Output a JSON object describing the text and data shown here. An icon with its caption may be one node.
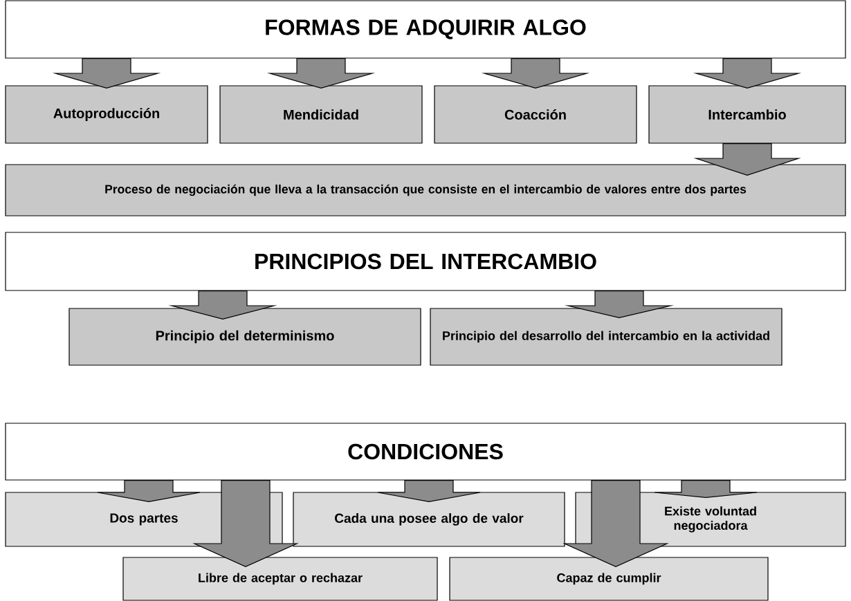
{
  "diagram": {
    "nodes": [
      {
        "text": [
          "FORMAS DE ADQUIRIR ALGO"
        ]
      },
      {
        "text": [
          "Autoproducción"
        ]
      },
      {
        "text": [
          "Mendicidad"
        ]
      },
      {
        "text": [
          "Coacción"
        ]
      },
      {
        "text": [
          "Intercambio"
        ]
      },
      {
        "text": [
          "Proceso de negociación que lleva a la transacción que consiste en el intercambio de valores entre dos partes"
        ]
      },
      {
        "text": [
          "PRINCIPIOS DEL INTERCAMBIO"
        ]
      },
      {
        "text": [
          "Principio del determinismo"
        ]
      },
      {
        "text": [
          "Principio del desarrollo del intercambio en la actividad"
        ]
      },
      {
        "text": [
          "CONDICIONES"
        ]
      },
      {
        "text": [
          "Dos partes"
        ]
      },
      {
        "text": [
          "Cada una posee algo de valor"
        ]
      },
      {
        "text": [
          "Existe voluntad negociadora"
        ]
      },
      {
        "text": [
          "Libre de aceptar o rechazar"
        ]
      },
      {
        "text": [
          "Capaz de cumplir"
        ]
      }
    ],
    "edges": [
      {
        "from": 0,
        "to": 1,
        "arrow": "to"
      },
      {
        "from": 0,
        "to": 2,
        "arrow": "to"
      },
      {
        "from": 0,
        "to": 3,
        "arrow": "to"
      },
      {
        "from": 0,
        "to": 4,
        "arrow": "to"
      },
      {
        "from": 4,
        "to": 5,
        "arrow": "to"
      },
      {
        "from": 6,
        "to": 7,
        "arrow": "to"
      },
      {
        "from": 6,
        "to": 8,
        "arrow": "to"
      },
      {
        "from": 9,
        "to": 10,
        "arrow": "to"
      },
      {
        "from": 9,
        "to": 11,
        "arrow": "to"
      },
      {
        "from": 9,
        "to": 12,
        "arrow": "to"
      },
      {
        "from": 9,
        "to": 13,
        "arrow": "to"
      },
      {
        "from": 9,
        "to": 14,
        "arrow": "to"
      }
    ]
  }
}
